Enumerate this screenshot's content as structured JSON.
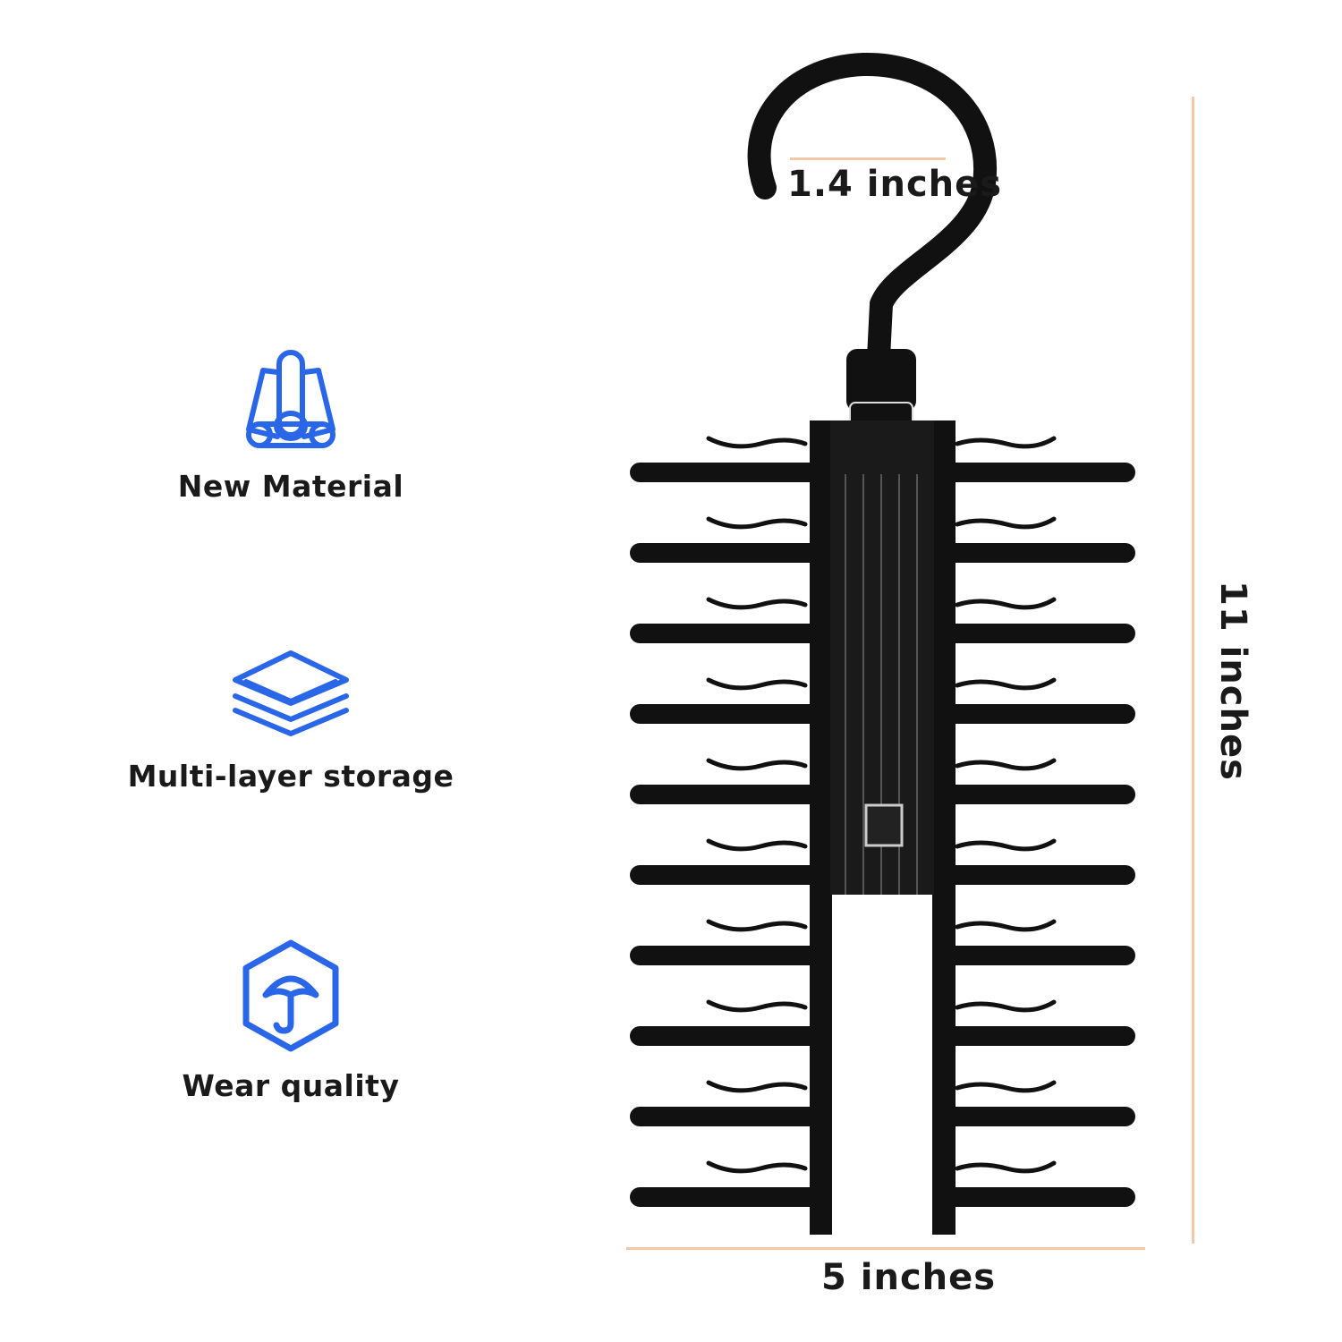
{
  "features": [
    {
      "icon": "material-rolls-icon",
      "label": "New Material"
    },
    {
      "icon": "stacked-layers-icon",
      "label": "Multi-layer storage"
    },
    {
      "icon": "umbrella-hexagon-icon",
      "label": "Wear quality"
    }
  ],
  "dimensions": {
    "hook_width": "1.4 inches",
    "height": "11 inches",
    "width": "5 inches"
  },
  "colors": {
    "icon_blue": "#2a66e8",
    "dimension_line": "#f2c9a6",
    "product_black": "#111111"
  }
}
